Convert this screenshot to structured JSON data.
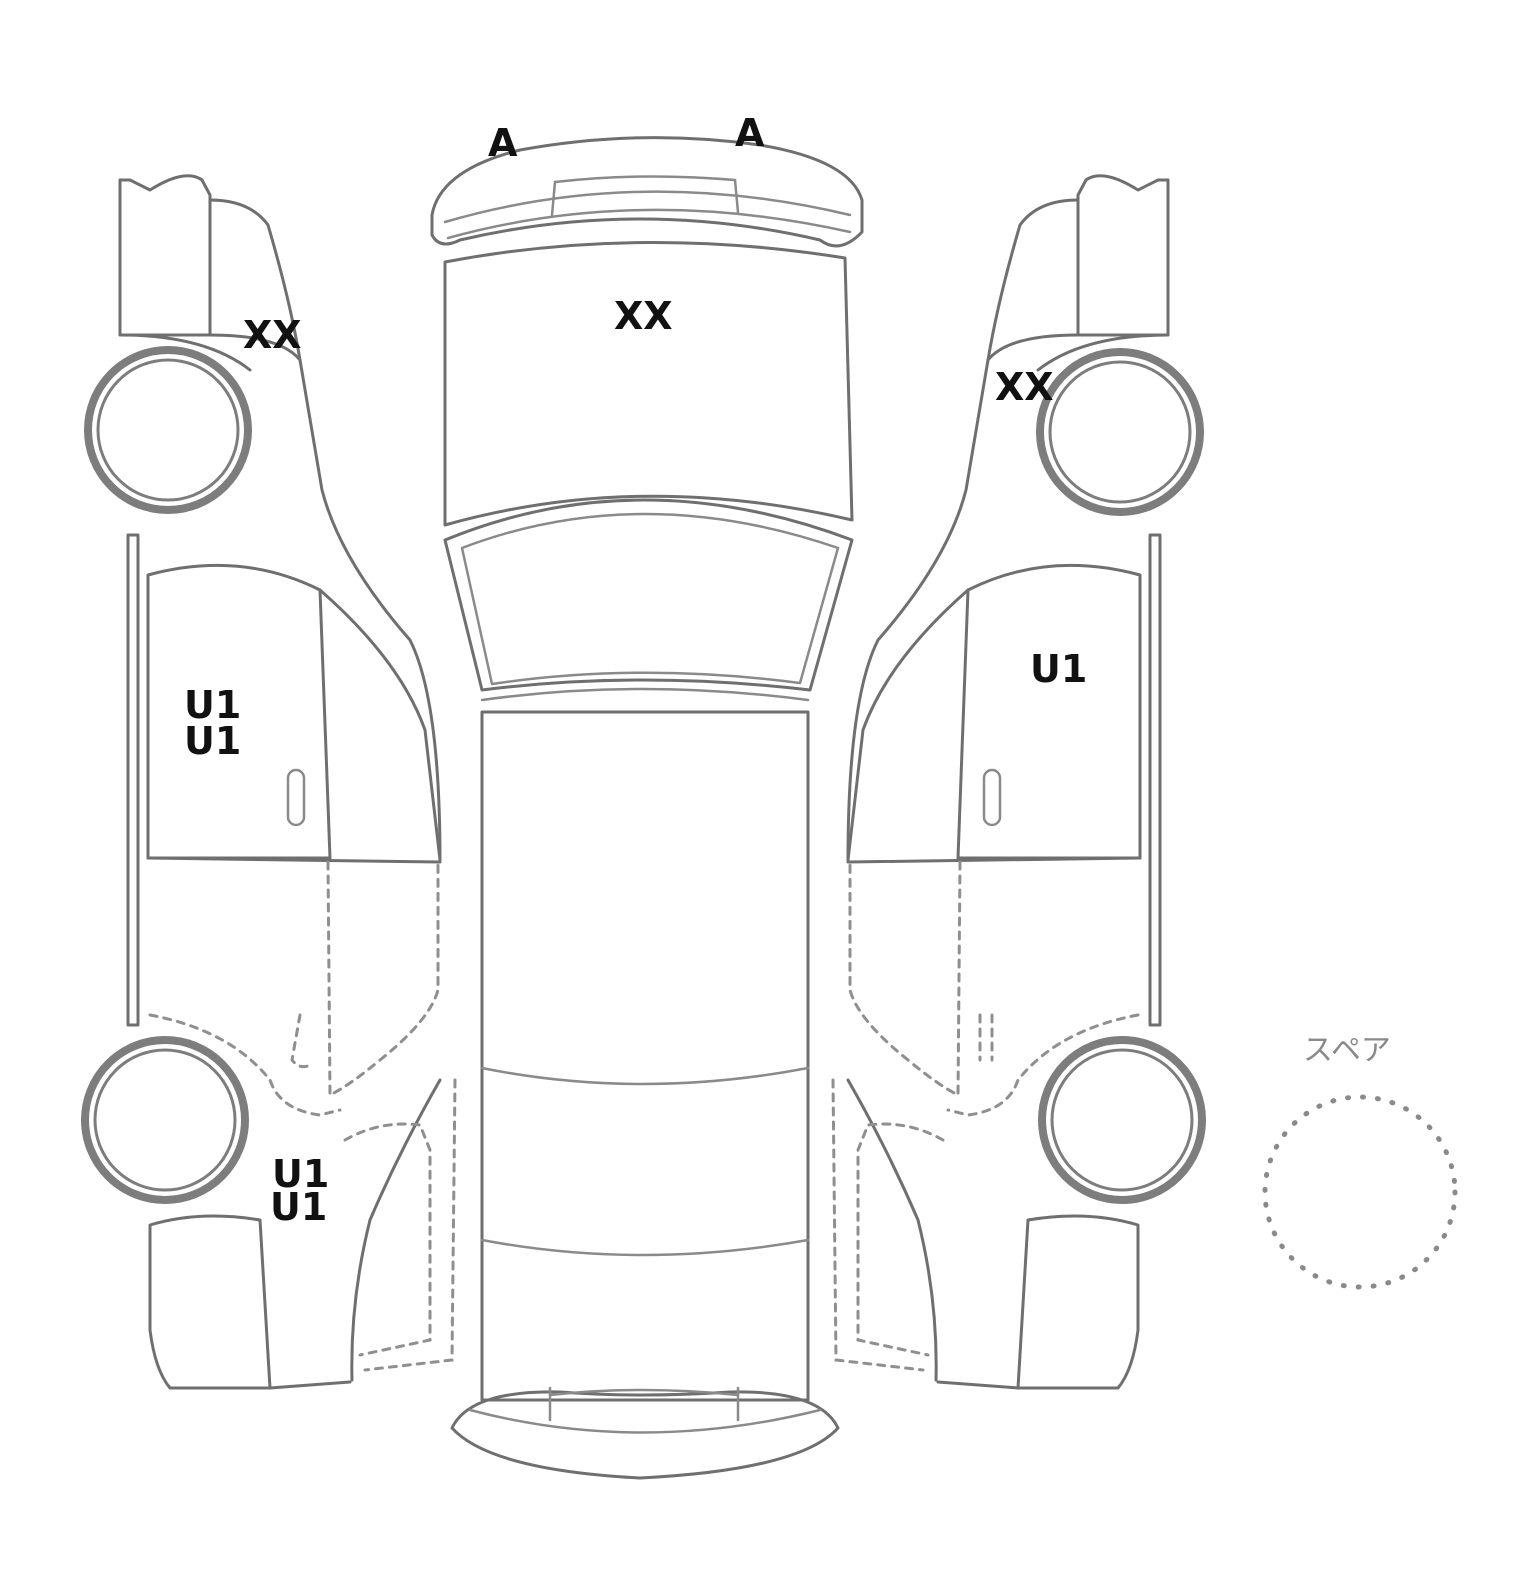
{
  "diagram": {
    "damage_marks": [
      {
        "id": "roof-front-left",
        "code": "A"
      },
      {
        "id": "roof-front-right",
        "code": "A"
      },
      {
        "id": "hood",
        "code": "XX"
      },
      {
        "id": "left-front-fender",
        "code": "XX"
      },
      {
        "id": "right-front-fender",
        "code": "XX"
      },
      {
        "id": "left-front-door-1",
        "code": "U1"
      },
      {
        "id": "left-front-door-2",
        "code": "U1"
      },
      {
        "id": "right-front-door",
        "code": "U1"
      },
      {
        "id": "left-rear-quarter-1",
        "code": "U1"
      },
      {
        "id": "left-rear-quarter-2",
        "code": "U1"
      }
    ],
    "spare_label": "スペア"
  }
}
